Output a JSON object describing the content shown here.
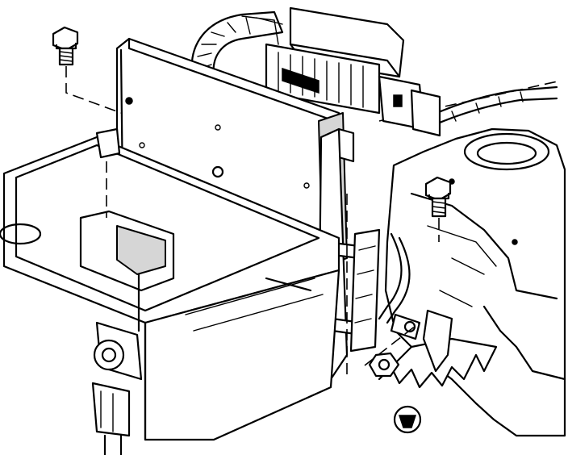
{
  "colors": {
    "line": "#000000",
    "background": "#ffffff",
    "shade": "#d6d6d6"
  },
  "parts": {
    "bolt_top_left": "bolt-icon",
    "bolt_right": "bolt-icon",
    "control_module": "control-module",
    "wiring_harness": "wiring-harness",
    "electrical_connector": "electrical-connector",
    "mounting_bracket": "mounting-bracket",
    "tray_box": "tray-box",
    "battery_terminal": "battery-terminal",
    "ground_nut": "nut-icon",
    "ground_terminal": "ground-terminal",
    "engine_housing": "engine-housing"
  }
}
